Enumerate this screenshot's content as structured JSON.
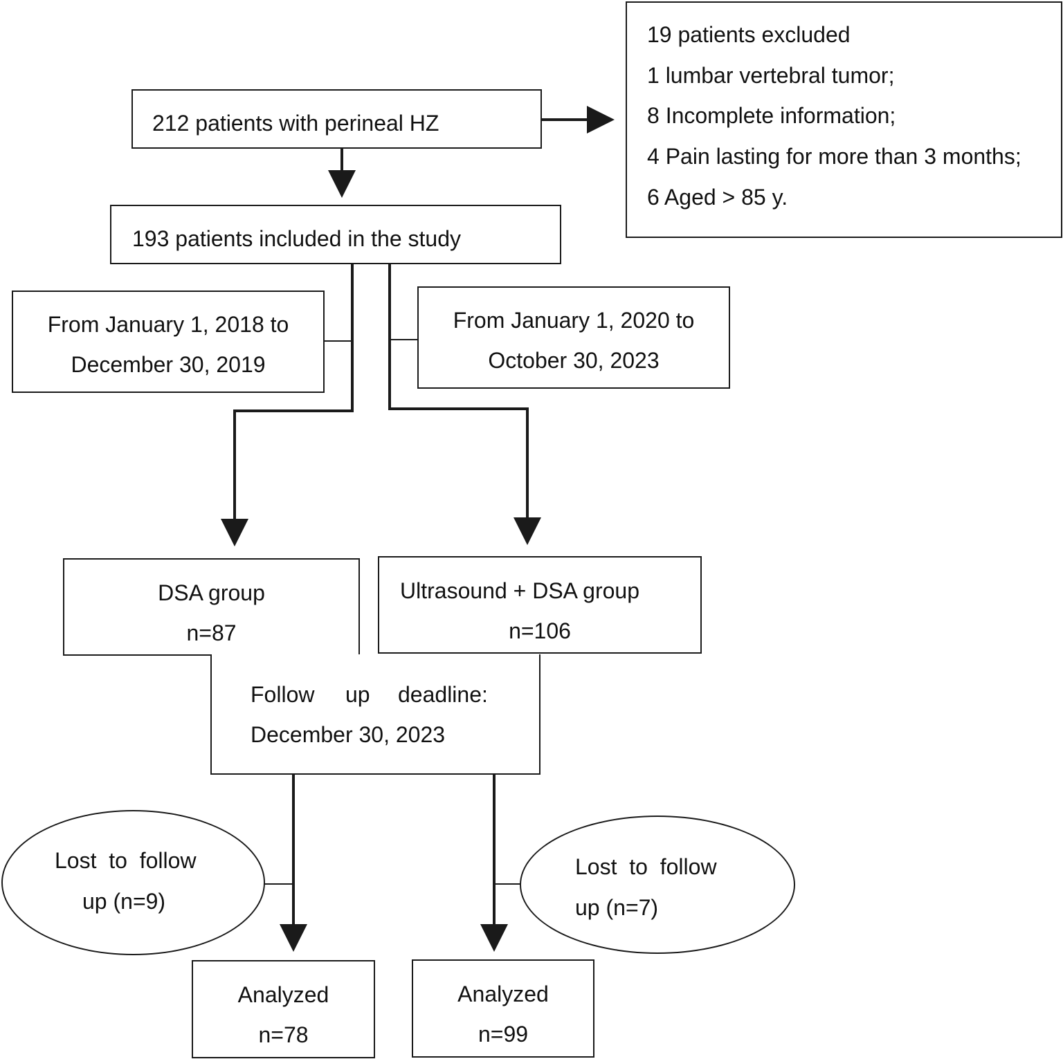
{
  "nodes": {
    "start": {
      "label": "212 patients with perineal HZ"
    },
    "excluded": {
      "title": "19 patients excluded",
      "lines": [
        "1 lumbar vertebral tumor;",
        "8 Incomplete information;",
        "4 Pain lasting for more than 3 months;",
        "6 Aged > 85 y."
      ]
    },
    "included": {
      "label": "193 patients included in the study"
    },
    "period_a": {
      "line1": "From January 1, 2018 to",
      "line2": "December 30, 2019"
    },
    "period_b": {
      "line1": "From January 1, 2020 to",
      "line2": "October 30, 2023"
    },
    "dsa_group": {
      "line1": "DSA group",
      "line2": "n=87"
    },
    "us_dsa_group": {
      "line1": "Ultrasound + DSA group",
      "line2": "n=106"
    },
    "follow_up": {
      "w1": "Follow",
      "w2": "up",
      "w3": "deadline:",
      "line2": "December 30, 2023"
    },
    "lost_a": {
      "line1": "Lost  to  follow",
      "line2": "up (n=9)"
    },
    "lost_b": {
      "line1": "Lost  to  follow",
      "line2": "up (n=7)"
    },
    "analyzed_a": {
      "line1": "Analyzed",
      "line2": "n=78"
    },
    "analyzed_b": {
      "line1": "Analyzed",
      "line2": "n=99"
    }
  }
}
